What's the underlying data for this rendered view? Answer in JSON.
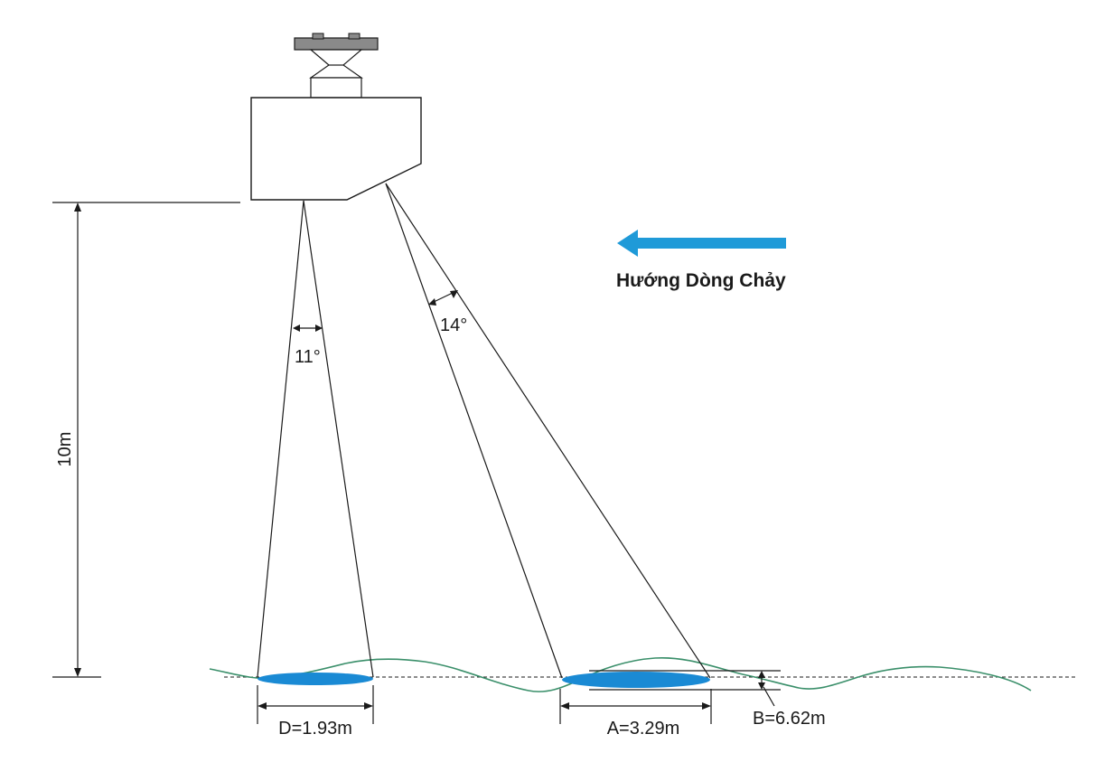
{
  "labels": {
    "height": "10m",
    "angle_vertical": "11°",
    "angle_slant": "14°",
    "flow_direction": "Hướng Dòng Chảy",
    "footprint_d": "D=1.93m",
    "footprint_a": "A=3.29m",
    "footprint_b": "B=6.62m"
  },
  "colors": {
    "water_blue": "#1a8ad4",
    "arrow_blue": "#1f9ad8",
    "surface_green": "#3a8f6a",
    "line": "#1a1a1a",
    "sensor_body_fill": "#ffffff",
    "sensor_plate": "#8a8a8a"
  },
  "icons": {
    "flow_arrow": "left-arrow-icon",
    "sensor": "radar-sensor-icon"
  }
}
